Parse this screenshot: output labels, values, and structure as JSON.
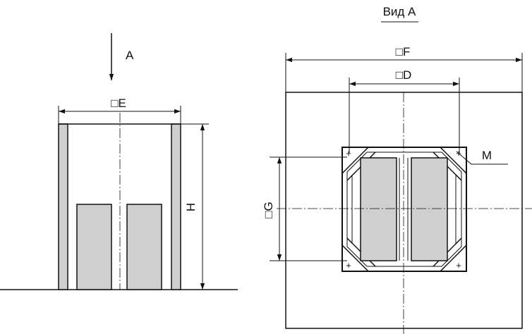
{
  "left_view": {
    "arrow_label": "A",
    "width_label": "□E",
    "height_label": "H"
  },
  "right_view": {
    "title": "Вид A",
    "outer_label": "□F",
    "inner_label": "□D",
    "side_label": "□G",
    "hole_label": "M",
    "plus_mark": "+"
  },
  "colors": {
    "line": "#111111",
    "fill": "#cfcfcf",
    "background": "#ffffff"
  }
}
